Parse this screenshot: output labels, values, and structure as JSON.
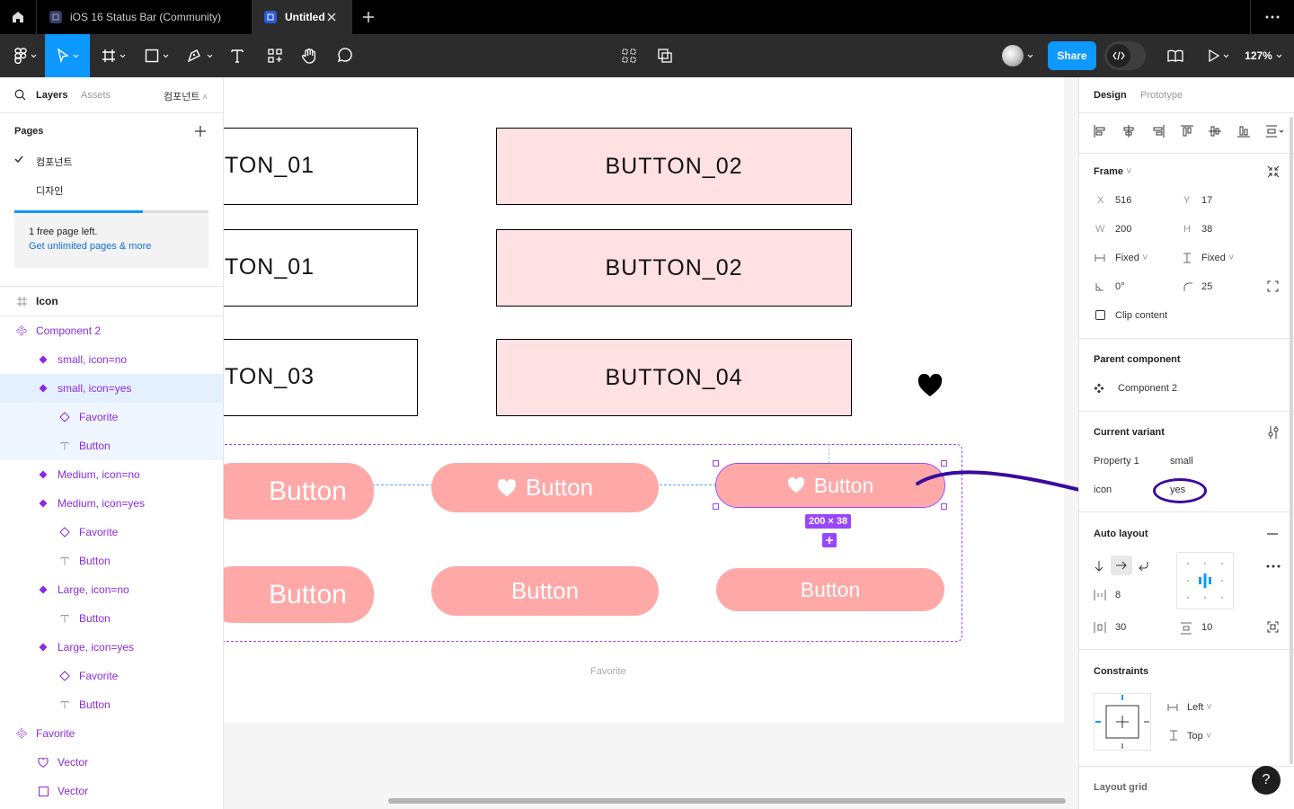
{
  "tabs": [
    {
      "label": "iOS 16 Status Bar (Community)",
      "active": false
    },
    {
      "label": "Untitled",
      "active": true
    }
  ],
  "toolbar": {
    "share_label": "Share",
    "zoom": "127%"
  },
  "left_panel": {
    "tab_layers": "Layers",
    "tab_assets": "Assets",
    "page_switch": "컴포넌트",
    "pages_title": "Pages",
    "pages": [
      {
        "label": "컴포넌트",
        "checked": true
      },
      {
        "label": "디자인",
        "checked": false
      }
    ],
    "upgrade": {
      "text": "1 free page left.",
      "link": "Get unlimited pages & more",
      "progress": 0.66
    },
    "frame_name": "Icon",
    "layers": [
      {
        "label": "Component 2",
        "icon": "component-set-icon"
      },
      {
        "label": "small, icon=no",
        "icon": "variant-icon"
      },
      {
        "label": "small, icon=yes",
        "icon": "variant-icon"
      },
      {
        "label": "Favorite",
        "icon": "instance-icon"
      },
      {
        "label": "Button",
        "icon": "text-icon"
      },
      {
        "label": "Medium, icon=no",
        "icon": "variant-icon"
      },
      {
        "label": "Medium, icon=yes",
        "icon": "variant-icon"
      },
      {
        "label": "Favorite",
        "icon": "instance-icon"
      },
      {
        "label": "Button",
        "icon": "text-icon"
      },
      {
        "label": "Large, icon=no",
        "icon": "variant-icon"
      },
      {
        "label": "Button",
        "icon": "text-icon"
      },
      {
        "label": "Large, icon=yes",
        "icon": "variant-icon"
      },
      {
        "label": "Favorite",
        "icon": "instance-icon"
      },
      {
        "label": "Button",
        "icon": "text-icon"
      },
      {
        "label": "Favorite",
        "icon": "component-set-icon"
      },
      {
        "label": "Vector",
        "icon": "heart-outline-icon"
      },
      {
        "label": "Vector",
        "icon": "square-outline-icon"
      }
    ]
  },
  "canvas": {
    "boxes": [
      "TON_01",
      "BUTTON_02",
      "TON_01",
      "BUTTON_02",
      "TON_03",
      "BUTTON_04"
    ],
    "pills": [
      "Button",
      "Button",
      "Button",
      "Button",
      "Button",
      "Button"
    ],
    "size_badge": "200 × 38",
    "caption": "Favorite"
  },
  "right_panel": {
    "tab_design": "Design",
    "tab_prototype": "Prototype",
    "frame_title": "Frame",
    "x_label": "X",
    "x": "516",
    "y_label": "Y",
    "y": "17",
    "w_label": "W",
    "w": "200",
    "h_label": "H",
    "h": "38",
    "h_sizing": "Fixed",
    "v_sizing": "Fixed",
    "rotation": "0°",
    "radius": "25",
    "clip_content": "Clip content",
    "parent_title": "Parent component",
    "parent_name": "Component 2",
    "variant_title": "Current variant",
    "prop1_label": "Property 1",
    "prop1_value": "small",
    "prop2_label": "icon",
    "prop2_value": "yes",
    "autolayout_title": "Auto layout",
    "gap": "8",
    "padding_h": "30",
    "padding_v": "10",
    "constraints_title": "Constraints",
    "constraint_h": "Left",
    "constraint_v": "Top",
    "layout_grid_title": "Layout grid",
    "help": "?"
  },
  "colors": {
    "accent": "#0d99ff",
    "component": "#8a2be2",
    "pill": "#ffa8a8",
    "box": "#ffe0e3",
    "annotation": "#3b0a9c"
  }
}
